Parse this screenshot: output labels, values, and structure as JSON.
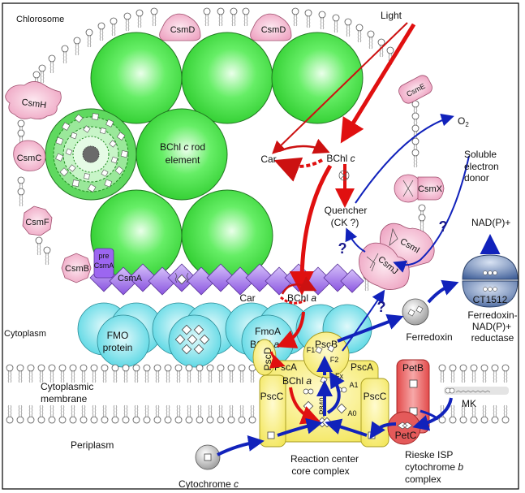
{
  "diagram": {
    "regions": {
      "chlorosome": "Chlorosome",
      "cytoplasm": "Cytoplasm",
      "cytoplasmic_membrane": [
        "Cytoplasmic",
        "membrane"
      ],
      "periplasm": "Periplasm"
    },
    "csm_proteins": {
      "csmD_1": "CsmD",
      "csmD_2": "CsmD",
      "csmE": "CsmE",
      "csmH": "CsmH",
      "csmC": "CsmC",
      "csmF": "CsmF",
      "csmB": "CsmB",
      "csmX": "CsmX",
      "csmI": "CsmI",
      "csmJ": "CsmJ",
      "pre_csmA": [
        "pre",
        "CsmA"
      ],
      "csmA": "CsmA"
    },
    "rod_element": [
      "BChl c rod",
      "element"
    ],
    "light": "Light",
    "o2": "O",
    "o2_sub": "2",
    "car_top": "Car",
    "bchl_c": "BChl",
    "bchl_c_italic": "c",
    "quencher": [
      "Quencher",
      "(CK ?)"
    ],
    "soluble_donor": [
      "Soluble",
      "electron",
      "donor"
    ],
    "baseplate_car": "Car",
    "baseplate_bchl": "BChl",
    "baseplate_bchl_italic": "a",
    "fmo": [
      "FMO",
      "protein"
    ],
    "fmoA": [
      "FmoA",
      "BChl"
    ],
    "fmoA_italic": "a",
    "nadp": "NAD(P)+",
    "ct1512": "CT1512",
    "fnr": [
      "Ferredoxin-",
      "NAD(P)+",
      "reductase"
    ],
    "ferredoxin": "Ferredoxin",
    "rc": {
      "pscB": "PscB",
      "pscA_left": "PscA",
      "pscA_right": "PscA",
      "pscC_left": "PscC",
      "pscC_right": "PscC",
      "pscD": "PscD",
      "bchl_a": "BChl",
      "bchl_a_italic": "a",
      "f1": "F1",
      "f2": "F2",
      "fx": "Fx",
      "a1": "A1",
      "a0": "A0",
      "p840": "P840",
      "caption": [
        "Reaction center",
        "core complex"
      ]
    },
    "cytb": {
      "petB": "PetB",
      "petC": "PetC",
      "mk": "MK",
      "caption": [
        "Rieske ISP",
        "cytochrome b",
        "complex"
      ]
    },
    "cytochrome_c": "Cytochrome",
    "cytochrome_c_italic": "c",
    "question_mark": "?",
    "colors": {
      "chlorosome_green": "#33dd33",
      "csm_pink": "#f2b6cf",
      "csmA_purple": "#9966ee",
      "fmo_cyan": "#66dde8",
      "rc_yellow": "#f5ec6e",
      "cytb_red": "#e05555",
      "fnr_blue": "#5577aa",
      "energy_arrow": "#e01010",
      "electron_arrow": "#1122bb"
    }
  }
}
